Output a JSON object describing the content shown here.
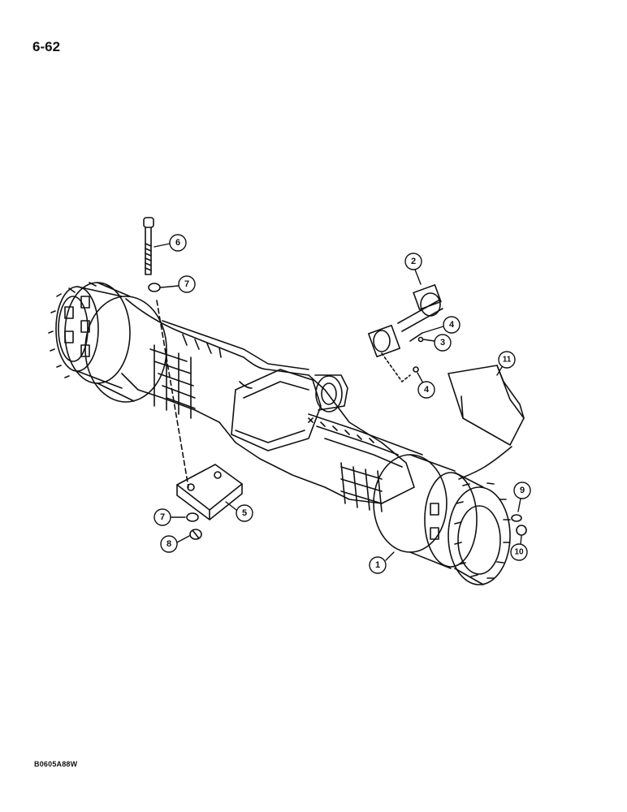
{
  "page": {
    "number": "6-62",
    "figure_code": "B0605A88W"
  },
  "callouts": [
    "1",
    "2",
    "3",
    "4",
    "4",
    "5",
    "6",
    "7",
    "7",
    "8",
    "9",
    "10",
    "11"
  ],
  "colors": {
    "ink": "#111111",
    "paper": "#ffffff"
  }
}
